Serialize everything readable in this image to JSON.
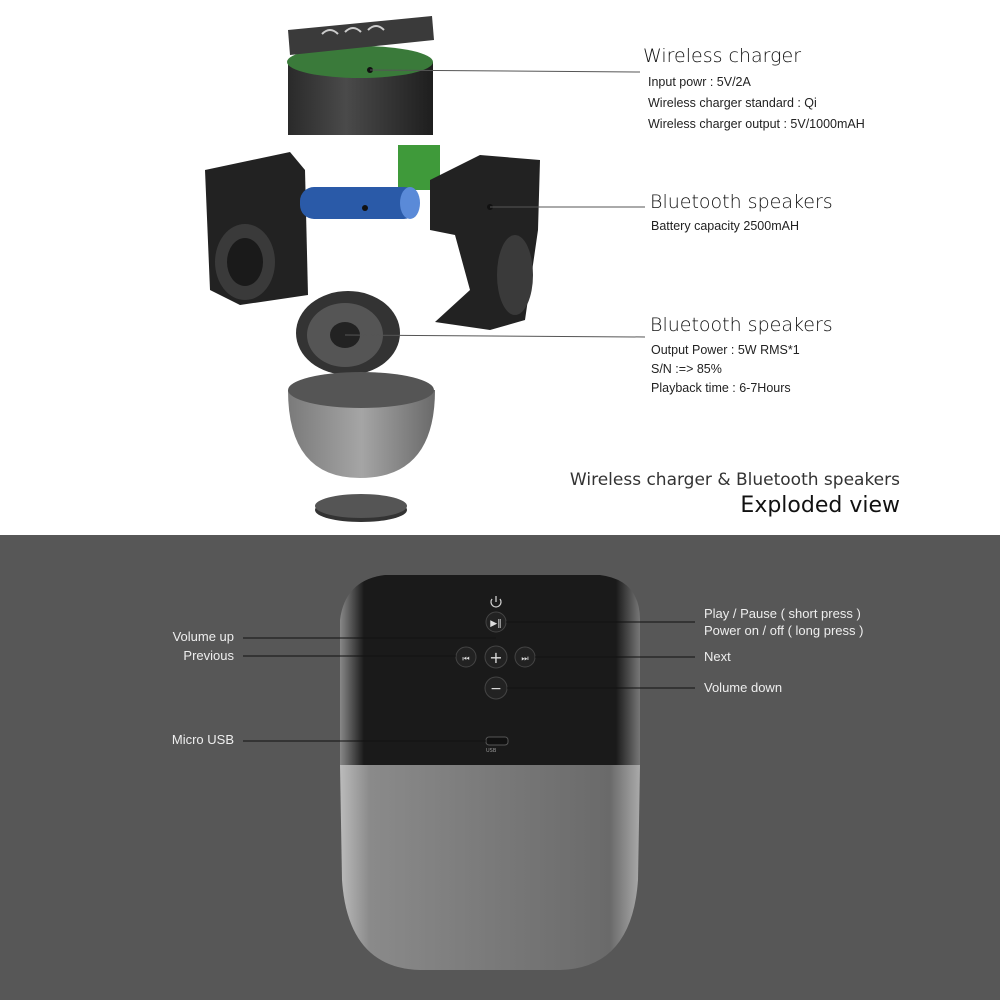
{
  "exploded": {
    "charger": {
      "title": "Wireless charger",
      "specs": [
        "Input powr : 5V/2A",
        "Wireless charger standard : Qi",
        "Wireless charger output : 5V/1000mAH"
      ]
    },
    "battery": {
      "title": "Bluetooth speakers",
      "specs": [
        "Battery capacity 2500mAH"
      ]
    },
    "driver": {
      "title": "Bluetooth speakers",
      "specs": [
        "Output Power : 5W RMS*1",
        "S/N :=> 85%",
        "Playback time : 6-7Hours"
      ]
    },
    "caption": "Wireless charger & Bluetooth speakers",
    "caption_title": "Exploded view"
  },
  "controls": {
    "volume_up": "Volume up",
    "previous": "Previous",
    "micro_usb": "Micro USB",
    "play_pause": "Play / Pause ( short press )",
    "power": "Power on / off ( long press )",
    "next": "Next",
    "volume_down": "Volume down",
    "usb_port_label": "USB"
  },
  "colors": {
    "top_bg": "#ffffff",
    "bottom_bg": "#575757",
    "battery": "#2a5aa8",
    "pcb": "#3f9a3a"
  }
}
